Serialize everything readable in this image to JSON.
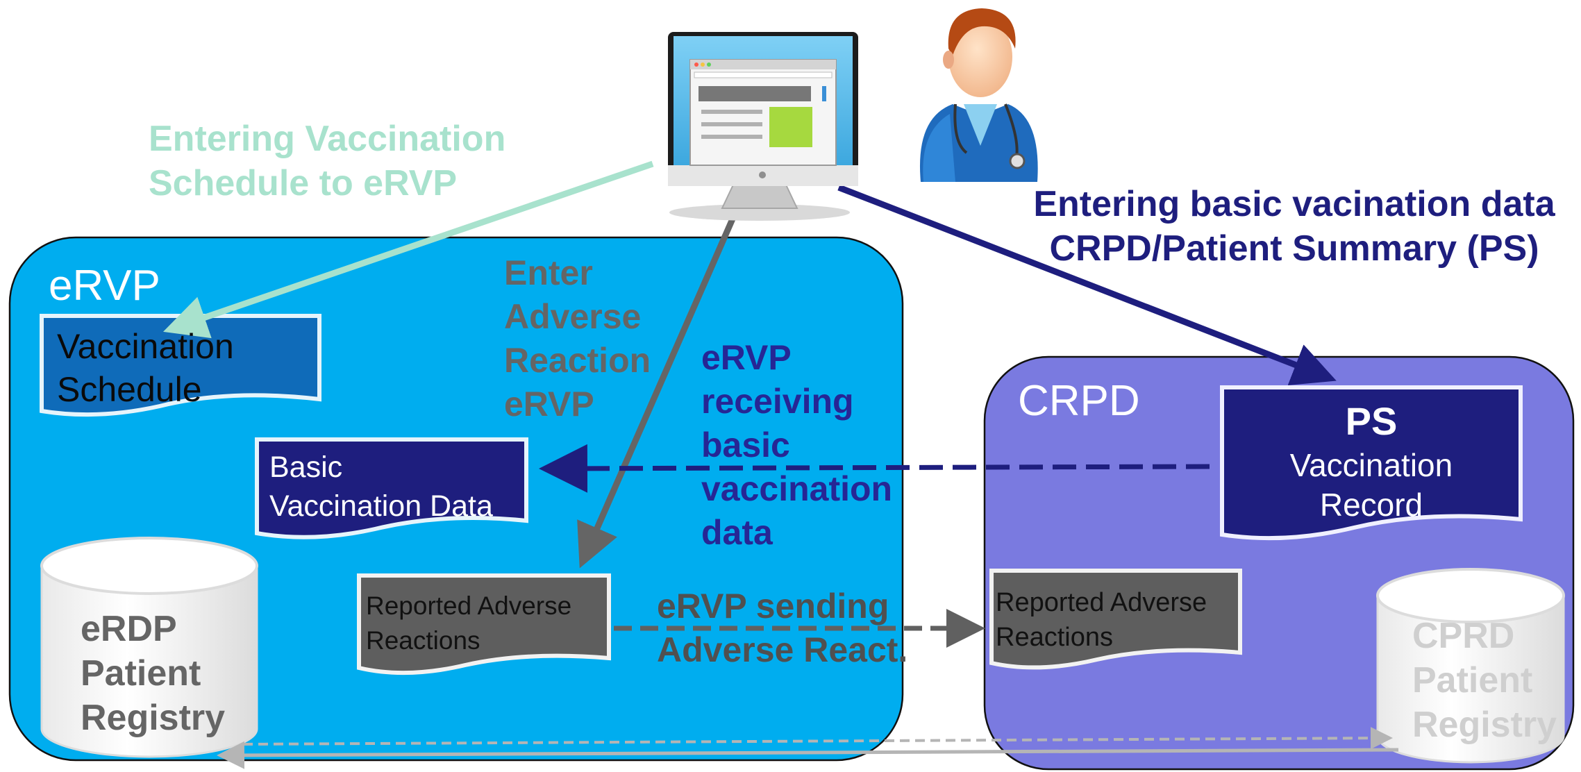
{
  "actors": {
    "computer": "computer-monitor-icon",
    "browser_title": "BROWSER TITLE",
    "doctor": "doctor-avatar-icon"
  },
  "labels": {
    "entering_schedule": "Entering  Vaccination\nSchedule to eRVP",
    "entering_basic": "Entering basic vacination data\nCRPD/Patient Summary (PS)",
    "enter_adverse": "Enter\nAdverse\nReaction\neRVP",
    "ervp_receiving": "eRVP\nreceiving\nbasic\nvaccination\ndata",
    "ervp_sending": "eRVP sending\nAdverse React."
  },
  "ervp": {
    "title": "eRVP",
    "vaccination_schedule": "Vaccination\nSchedule",
    "basic_vaccination_data": "Basic\nVaccination Data",
    "reported_adverse_reactions": "Reported Adverse\nReactions",
    "registry": "eRDP\nPatient\nRegistry"
  },
  "crpd": {
    "title": "CRPD",
    "ps_title": "PS",
    "ps_subtitle": "Vaccination\nRecord",
    "reported_adverse_reactions": "Reported Adverse\nReactions",
    "registry": "CPRD\nPatient\nRegistry"
  },
  "colors": {
    "ervp_area": "#00adef",
    "crpd_area": "#7a7ae0",
    "navy": "#1e1e7e",
    "green_arrow": "#a8e2cd",
    "grey_arrow": "#656565"
  }
}
